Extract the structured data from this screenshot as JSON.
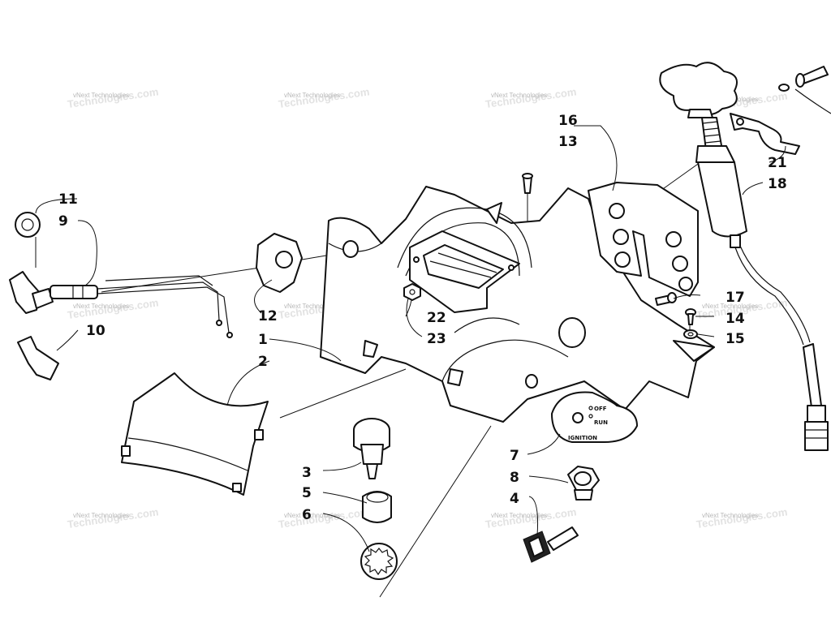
{
  "watermark": {
    "text": "vNext Technologies",
    "shadow": "Technologies.com"
  },
  "ignition_plate": {
    "off": "OFF",
    "run": "RUN",
    "ignition": "IGNITION"
  },
  "callouts": [
    "1",
    "2",
    "3",
    "4",
    "5",
    "6",
    "7",
    "8",
    "9",
    "10",
    "11",
    "12",
    "13",
    "14",
    "15",
    "16",
    "17",
    "18",
    "21",
    "22",
    "23"
  ]
}
